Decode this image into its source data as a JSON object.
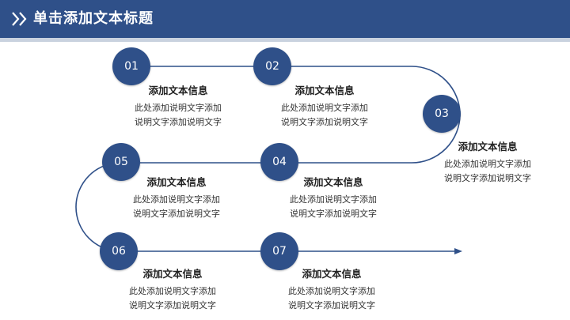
{
  "header": {
    "title": "单击添加文本标题",
    "icon": "double-chevron-right-icon",
    "color": "#2f5089"
  },
  "steps": [
    {
      "num": "01",
      "title": "添加文本信息",
      "line1": "此处添加说明文字添加",
      "line2": "说明文字添加说明文字"
    },
    {
      "num": "02",
      "title": "添加文本信息",
      "line1": "此处添加说明文字添加",
      "line2": "说明文字添加说明文字"
    },
    {
      "num": "03",
      "title": "添加文本信息",
      "line1": "此处添加说明文字添加",
      "line2": "说明文字添加说明文字"
    },
    {
      "num": "04",
      "title": "添加文本信息",
      "line1": "此处添加说明文字添加",
      "line2": "说明文字添加说明文字"
    },
    {
      "num": "05",
      "title": "添加文本信息",
      "line1": "此处添加说明文字添加",
      "line2": "说明文字添加说明文字"
    },
    {
      "num": "06",
      "title": "添加文本信息",
      "line1": "此处添加说明文字添加",
      "line2": "说明文字添加说明文字"
    },
    {
      "num": "07",
      "title": "添加文本信息",
      "line1": "此处添加说明文字添加",
      "line2": "说明文字添加说明文字"
    }
  ]
}
